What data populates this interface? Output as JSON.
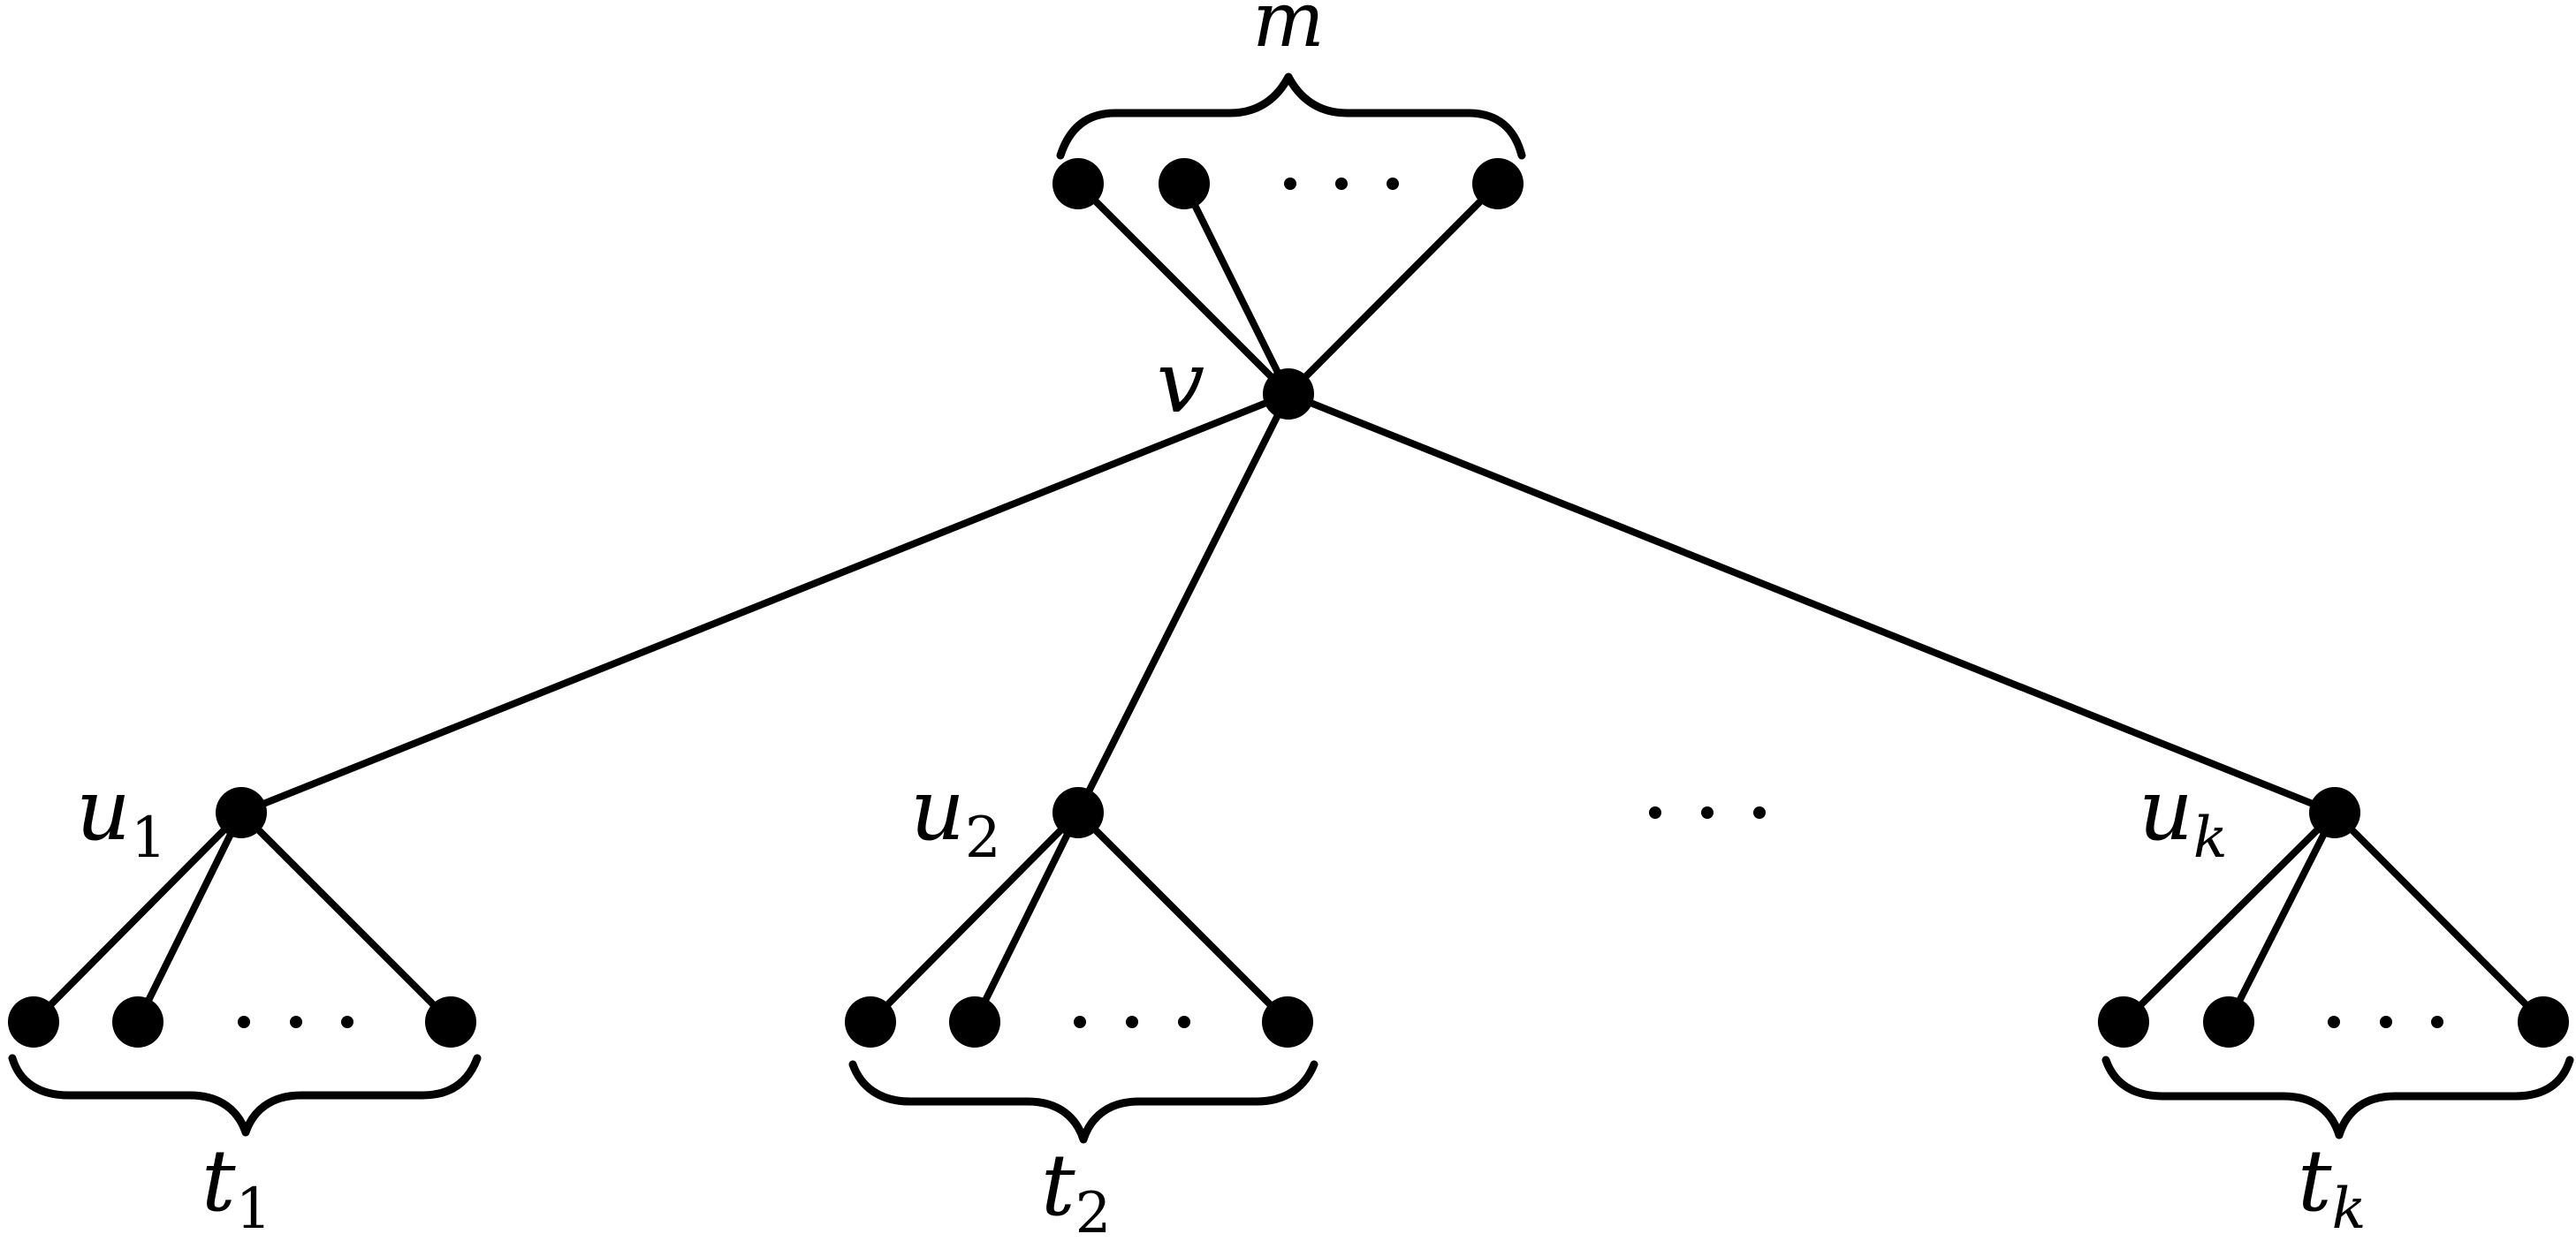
{
  "labels": {
    "m": "m",
    "v": "v",
    "u": "u",
    "t": "t",
    "sub_1": "1",
    "sub_2": "2",
    "sub_k": "k"
  }
}
